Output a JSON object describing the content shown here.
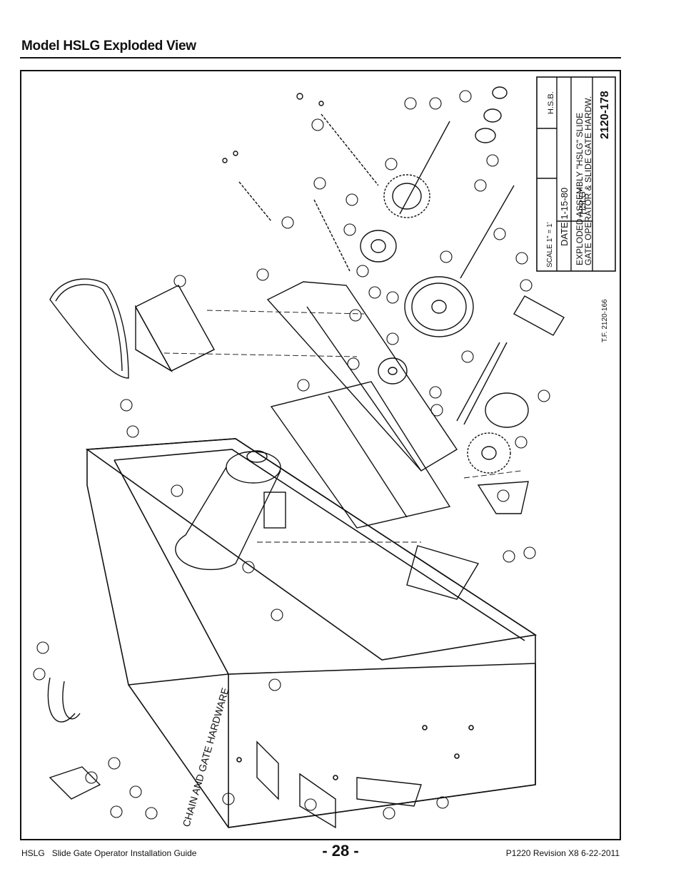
{
  "header": {
    "title": "Model HSLG Exploded View"
  },
  "drawing": {
    "title_block": {
      "scale": "SCALE 1\" = 1'",
      "date": "DATE 1-15-80",
      "drawn_by": "H.S.B.",
      "description_line1": "EXPLODED ASSEMBLY \"HSLG\" SLIDE",
      "description_line2": "GATE OPERATOR & SLIDE GATE HARDW.",
      "description_line3": "\"HSLG\"",
      "drawing_number": "2120-178"
    },
    "tf_note": "T.F. 2120-166",
    "hardware_label": "CHAIN AND GATE HARDWARE"
  },
  "footer": {
    "product": "HSLG",
    "guide": "Slide Gate Operator Installation Guide",
    "page": "- 28 -",
    "revision": "P1220 Revision X8 6-22-2011"
  }
}
